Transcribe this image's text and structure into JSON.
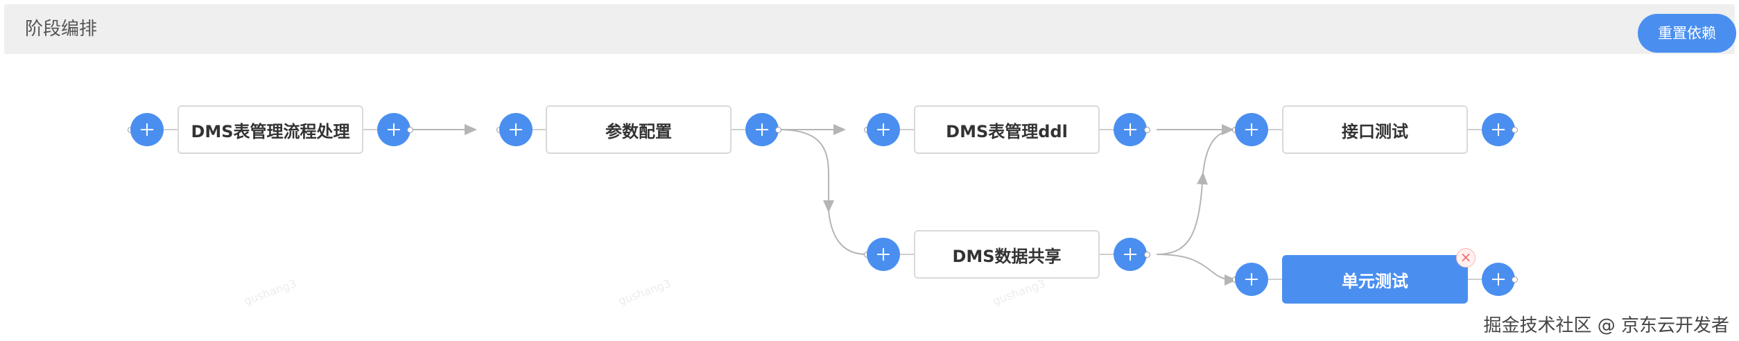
{
  "header": {
    "title": "阶段编排",
    "reset_label": "重置依赖"
  },
  "stages": [
    {
      "label": "DMS表管理流程处理"
    },
    {
      "label": "参数配置"
    },
    {
      "label": "DMS表管理ddl"
    },
    {
      "label": "DMS数据共享"
    },
    {
      "label": "接口测试"
    },
    {
      "label": "单元测试"
    }
  ],
  "selected_stage": "单元测试",
  "delete_glyph": "×",
  "watermark_text": "gushang3",
  "footer_credit": "掘金技术社区 @ 京东云开发者",
  "colors": {
    "accent": "#4a8ff0",
    "header_bg": "#efefef",
    "edge": "#b5b5b5",
    "node_border": "#d9d9d9"
  },
  "icons": {
    "add": "plus-icon",
    "remove": "close-icon"
  }
}
